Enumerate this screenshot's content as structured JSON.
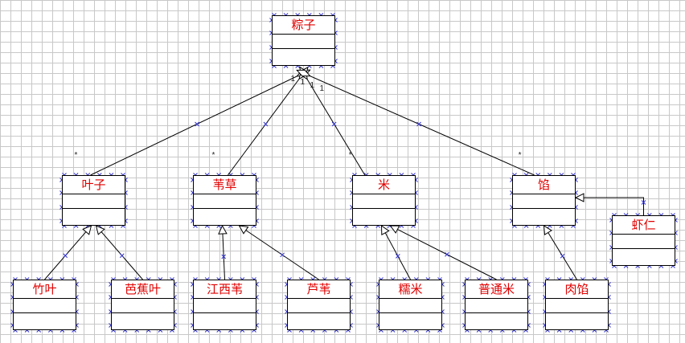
{
  "diagram": {
    "classes": [
      {
        "id": "zongzi",
        "name": "粽子"
      },
      {
        "id": "yezi",
        "name": "叶子"
      },
      {
        "id": "weicao",
        "name": "苇草"
      },
      {
        "id": "mi",
        "name": "米"
      },
      {
        "id": "xian",
        "name": "馅"
      },
      {
        "id": "xiaren",
        "name": "虾仁"
      },
      {
        "id": "zhuye",
        "name": "竹叶"
      },
      {
        "id": "bajiaoye",
        "name": "芭蕉叶"
      },
      {
        "id": "jiangxiwei",
        "name": "江西苇"
      },
      {
        "id": "luwei",
        "name": "芦苇"
      },
      {
        "id": "nuomi",
        "name": "糯米"
      },
      {
        "id": "putongmi",
        "name": "普通米"
      },
      {
        "id": "rouxian",
        "name": "肉馅"
      }
    ],
    "aggregations": [
      {
        "from": "yezi",
        "to": "zongzi",
        "part_multiplicity": "*",
        "whole_multiplicity": "1"
      },
      {
        "from": "weicao",
        "to": "zongzi",
        "part_multiplicity": "*",
        "whole_multiplicity": "1"
      },
      {
        "from": "mi",
        "to": "zongzi",
        "part_multiplicity": "*",
        "whole_multiplicity": "1"
      },
      {
        "from": "xian",
        "to": "zongzi",
        "part_multiplicity": "*",
        "whole_multiplicity": "1"
      }
    ],
    "generalizations": [
      {
        "child": "zhuye",
        "parent": "yezi"
      },
      {
        "child": "bajiaoye",
        "parent": "yezi"
      },
      {
        "child": "jiangxiwei",
        "parent": "weicao"
      },
      {
        "child": "luwei",
        "parent": "weicao"
      },
      {
        "child": "nuomi",
        "parent": "mi"
      },
      {
        "child": "putongmi",
        "parent": "mi"
      },
      {
        "child": "rouxian",
        "parent": "xian"
      },
      {
        "child": "xiaren",
        "parent": "xian"
      }
    ],
    "colors": {
      "class_name": "#e00000",
      "line": "#000000",
      "handle": "#3333cc",
      "grid": "#c8c8c8"
    }
  }
}
